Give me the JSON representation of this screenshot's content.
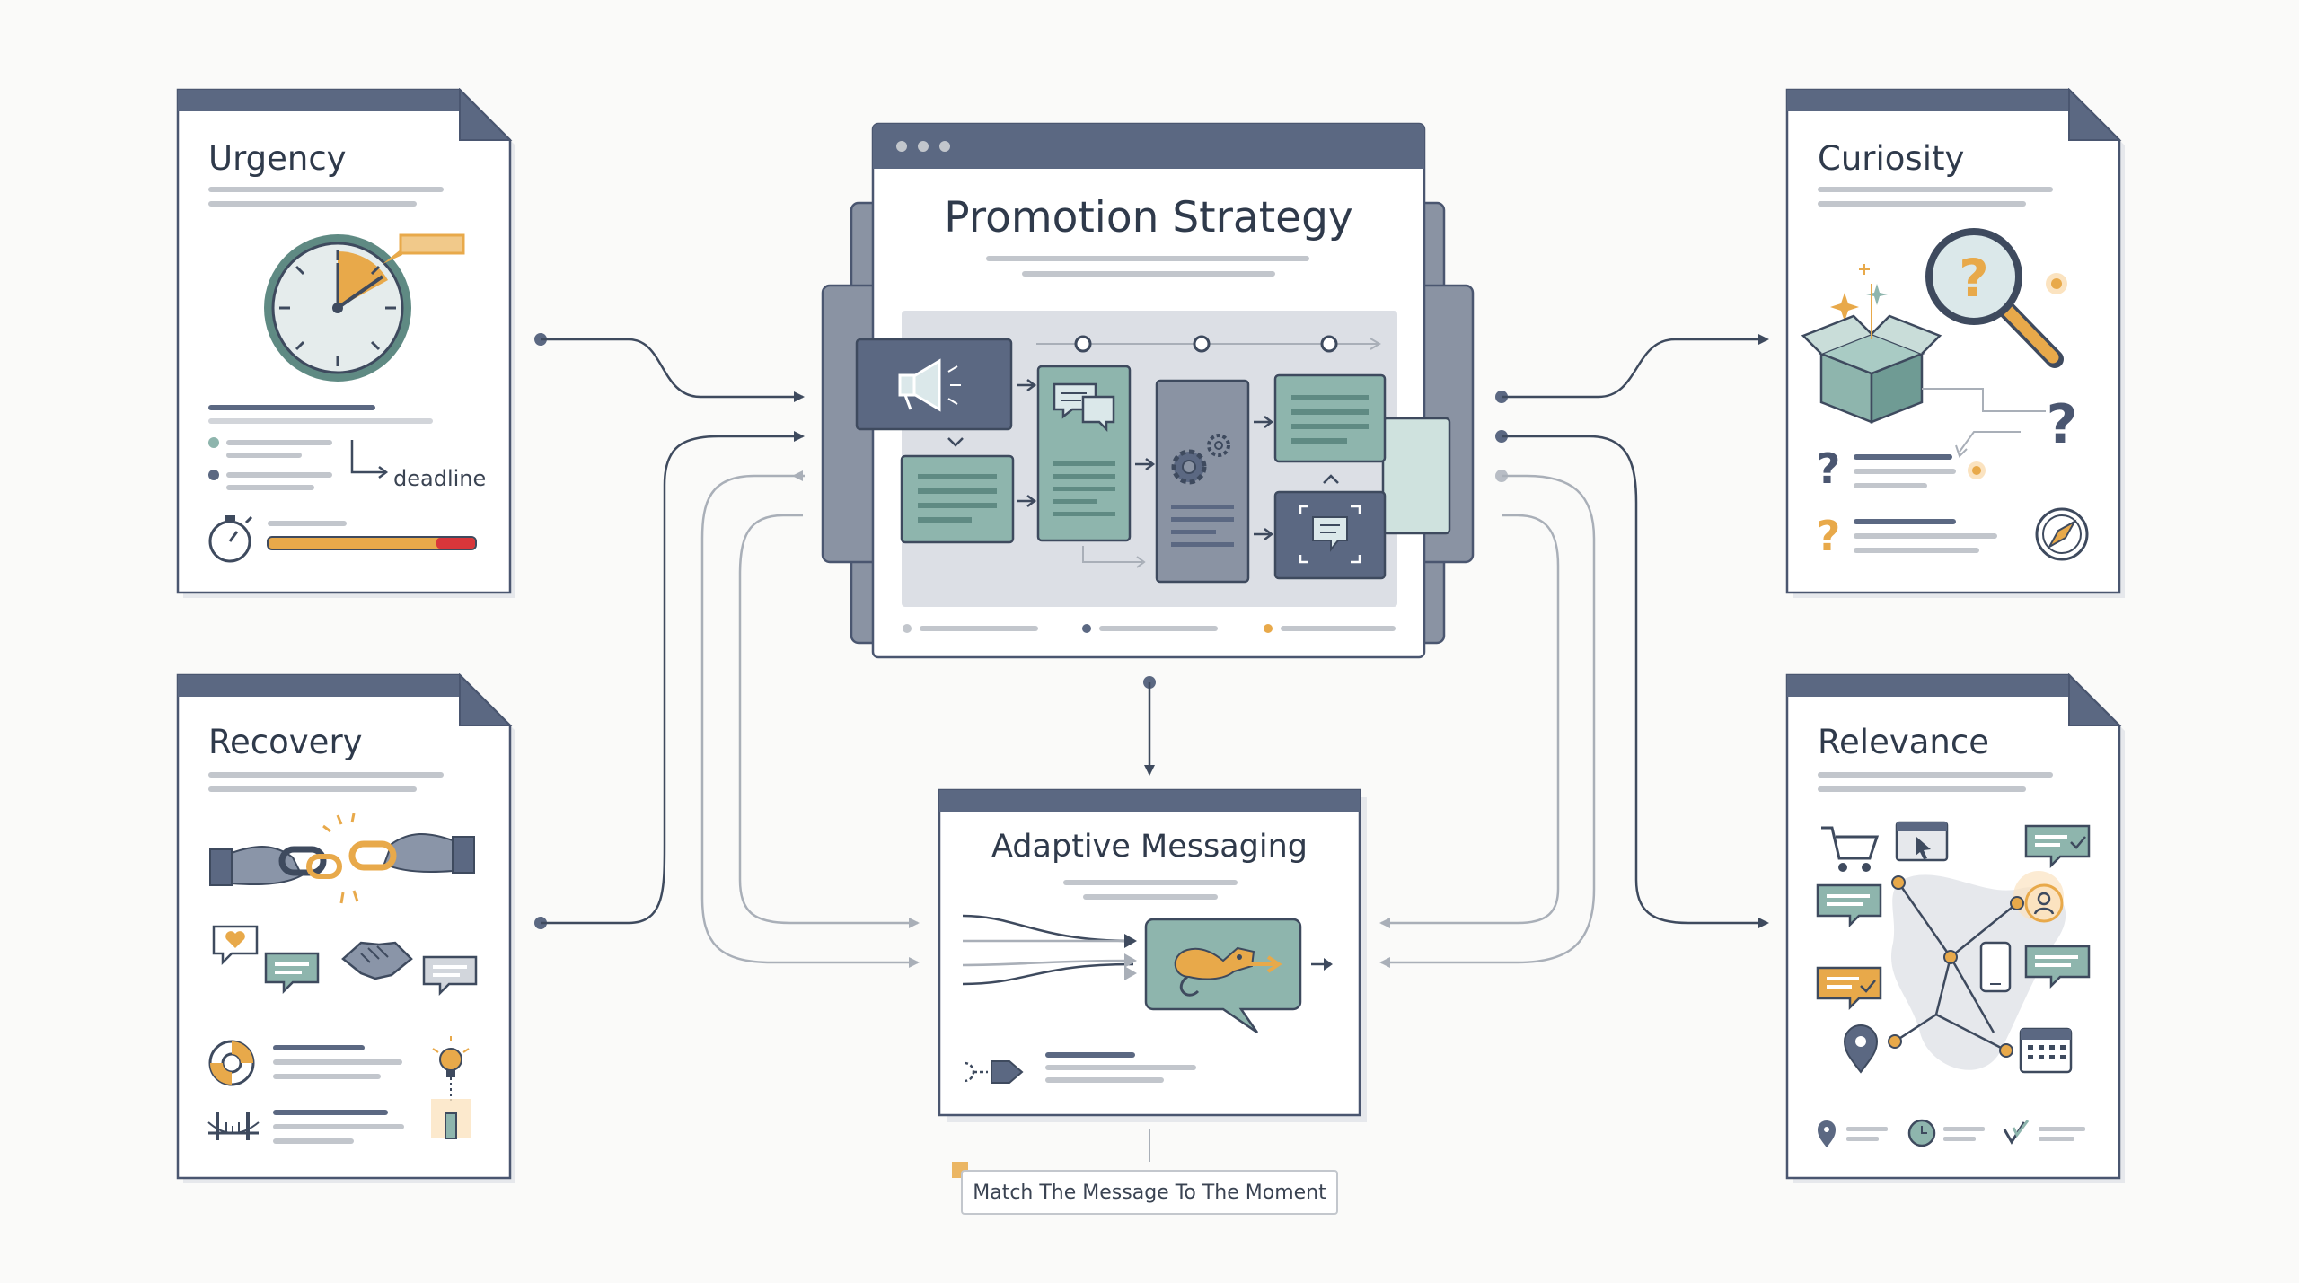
{
  "diagram": {
    "center_title": "Promotion Strategy",
    "adaptive_title": "Adaptive Messaging",
    "caption": "Match The Message To The Moment",
    "cards": {
      "urgency": {
        "title": "Urgency",
        "note": "deadline"
      },
      "recovery": {
        "title": "Recovery"
      },
      "curiosity": {
        "title": "Curiosity"
      },
      "relevance": {
        "title": "Relevance"
      }
    }
  },
  "colors": {
    "slate": "#5b6882",
    "slate_dark": "#4a5670",
    "teal": "#8eb5ad",
    "teal_dark": "#5f8a83",
    "orange": "#e8a94a",
    "red": "#d9363a",
    "panel": "#dcdfe5",
    "line": "#3e4a5e",
    "line_light": "#a9afb8"
  },
  "icons": [
    "clock-icon",
    "stopwatch-icon",
    "megaphone-icon",
    "chat-icon",
    "gear-icon",
    "chameleon-icon",
    "magnifier-icon",
    "question-icon",
    "box-icon",
    "compass-icon",
    "chain-icon",
    "handshake-icon",
    "lifebuoy-icon",
    "bulb-icon",
    "bridge-icon",
    "cart-icon",
    "cursor-icon",
    "user-icon",
    "phone-icon",
    "map-pin-icon",
    "calendar-icon",
    "heart-icon"
  ]
}
